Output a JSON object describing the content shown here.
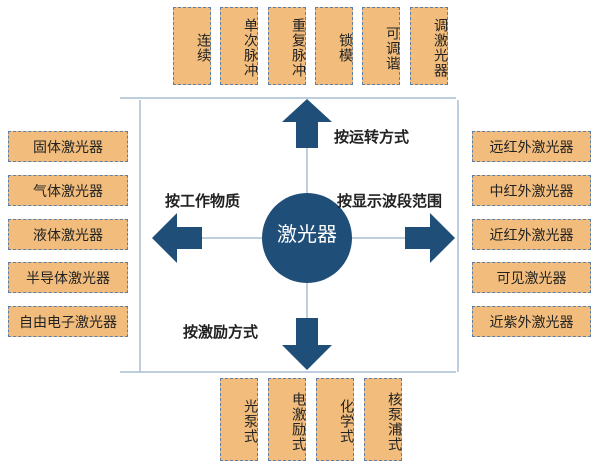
{
  "center": "激光器",
  "colors": {
    "box_fill": "#f2bd7c",
    "box_border": "#5b7fa6",
    "navy": "#1f4e79",
    "line": "#a8bdd4"
  },
  "branches": {
    "top": {
      "label": "按运转方式",
      "items": [
        "连续",
        "单次脉冲",
        "重复脉冲",
        "锁模",
        "可调谐",
        "调激光器"
      ]
    },
    "left": {
      "label": "按工作物质",
      "items": [
        "固体激光器",
        "气体激光器",
        "液体激光器",
        "半导体激光器",
        "自由电子激光器"
      ]
    },
    "right": {
      "label": "按显示波段范围",
      "items": [
        "远红外激光器",
        "中红外激光器",
        "近红外激光器",
        "可见激光器",
        "近紫外激光器"
      ]
    },
    "bottom": {
      "label": "按激励方式",
      "items": [
        "光泵式",
        "电激励式",
        "化学式",
        "核泵浦式"
      ]
    }
  }
}
